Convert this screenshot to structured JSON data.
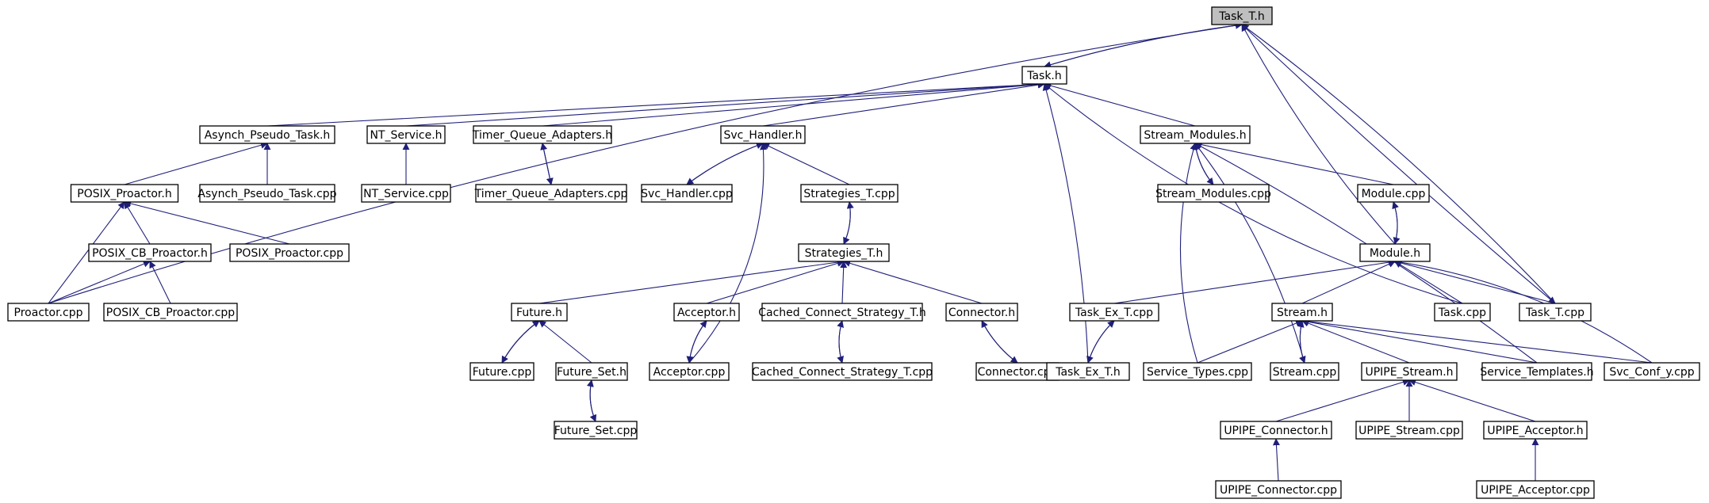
{
  "graph": {
    "nodes": [
      {
        "id": "task_t_h",
        "label": "Task_T.h",
        "root": true
      },
      {
        "id": "task_h",
        "label": "Task.h"
      },
      {
        "id": "asynch_h",
        "label": "Asynch_Pseudo_Task.h"
      },
      {
        "id": "nt_h",
        "label": "NT_Service.h"
      },
      {
        "id": "tqa_h",
        "label": "Timer_Queue_Adapters.h"
      },
      {
        "id": "svc_h",
        "label": "Svc_Handler.h"
      },
      {
        "id": "sm_h",
        "label": "Stream_Modules.h"
      },
      {
        "id": "posixp_h",
        "label": "POSIX_Proactor.h"
      },
      {
        "id": "asynch_cpp",
        "label": "Asynch_Pseudo_Task.cpp"
      },
      {
        "id": "nt_cpp",
        "label": "NT_Service.cpp"
      },
      {
        "id": "tqa_cpp",
        "label": "Timer_Queue_Adapters.cpp"
      },
      {
        "id": "svc_cpp",
        "label": "Svc_Handler.cpp"
      },
      {
        "id": "strat_cpp",
        "label": "Strategies_T.cpp"
      },
      {
        "id": "sm_cpp",
        "label": "Stream_Modules.cpp"
      },
      {
        "id": "module_cpp",
        "label": "Module.cpp"
      },
      {
        "id": "posixcb_h",
        "label": "POSIX_CB_Proactor.h"
      },
      {
        "id": "posixp_cpp",
        "label": "POSIX_Proactor.cpp"
      },
      {
        "id": "strat_h",
        "label": "Strategies_T.h"
      },
      {
        "id": "module_h",
        "label": "Module.h"
      },
      {
        "id": "proactor_cpp",
        "label": "Proactor.cpp"
      },
      {
        "id": "posixcb_cpp",
        "label": "POSIX_CB_Proactor.cpp"
      },
      {
        "id": "future_h",
        "label": "Future.h"
      },
      {
        "id": "acceptor_h",
        "label": "Acceptor.h"
      },
      {
        "id": "ccs_h",
        "label": "Cached_Connect_Strategy_T.h"
      },
      {
        "id": "connector_h",
        "label": "Connector.h"
      },
      {
        "id": "taskex_h",
        "label": "Task_Ex_T.cpp"
      },
      {
        "id": "stream_h",
        "label": "Stream.h"
      },
      {
        "id": "task_cpp",
        "label": "Task.cpp"
      },
      {
        "id": "task_t_cpp",
        "label": "Task_T.cpp"
      },
      {
        "id": "future_cpp",
        "label": "Future.cpp"
      },
      {
        "id": "futureset_h",
        "label": "Future_Set.h"
      },
      {
        "id": "acceptor_cpp",
        "label": "Acceptor.cpp"
      },
      {
        "id": "ccs_cpp",
        "label": "Cached_Connect_Strategy_T.cpp"
      },
      {
        "id": "connector_cpp",
        "label": "Connector.cpp"
      },
      {
        "id": "taskex_t_h",
        "label": "Task_Ex_T.h"
      },
      {
        "id": "st_cpp",
        "label": "Service_Types.cpp"
      },
      {
        "id": "stream_cpp",
        "label": "Stream.cpp"
      },
      {
        "id": "upipe_stream_h",
        "label": "UPIPE_Stream.h"
      },
      {
        "id": "stempl_h",
        "label": "Service_Templates.h"
      },
      {
        "id": "svcconf_cpp",
        "label": "Svc_Conf_y.cpp"
      },
      {
        "id": "futureset_cpp",
        "label": "Future_Set.cpp"
      },
      {
        "id": "upipe_conn_h",
        "label": "UPIPE_Connector.h"
      },
      {
        "id": "upipe_stream_cpp",
        "label": "UPIPE_Stream.cpp"
      },
      {
        "id": "upipe_acc_h",
        "label": "UPIPE_Acceptor.h"
      },
      {
        "id": "upipe_conn_cpp",
        "label": "UPIPE_Connector.cpp"
      },
      {
        "id": "upipe_acc_cpp",
        "label": "UPIPE_Acceptor.cpp"
      }
    ],
    "edges": [
      [
        "task_h",
        "task_t_h"
      ],
      [
        "task_t_h",
        "task_h"
      ],
      [
        "proactor_cpp",
        "task_t_h"
      ],
      [
        "module_h",
        "task_t_h"
      ],
      [
        "task_t_cpp",
        "task_t_h"
      ],
      [
        "task_t_h",
        "task_t_cpp"
      ],
      [
        "asynch_h",
        "task_h"
      ],
      [
        "nt_h",
        "task_h"
      ],
      [
        "tqa_h",
        "task_h"
      ],
      [
        "svc_h",
        "task_h"
      ],
      [
        "sm_h",
        "task_h"
      ],
      [
        "taskex_t_h",
        "task_h"
      ],
      [
        "task_cpp",
        "task_h"
      ],
      [
        "posixp_h",
        "asynch_h"
      ],
      [
        "asynch_cpp",
        "asynch_h"
      ],
      [
        "nt_cpp",
        "nt_h"
      ],
      [
        "tqa_cpp",
        "tqa_h"
      ],
      [
        "tqa_h",
        "tqa_cpp"
      ],
      [
        "svc_cpp",
        "svc_h"
      ],
      [
        "svc_h",
        "svc_cpp"
      ],
      [
        "strat_cpp",
        "svc_h"
      ],
      [
        "acceptor_cpp",
        "svc_h"
      ],
      [
        "strat_h",
        "strat_cpp"
      ],
      [
        "strat_cpp",
        "strat_h"
      ],
      [
        "posixcb_h",
        "posixp_h"
      ],
      [
        "posixp_cpp",
        "posixp_h"
      ],
      [
        "proactor_cpp",
        "posixp_h"
      ],
      [
        "proactor_cpp",
        "posixcb_h"
      ],
      [
        "posixcb_cpp",
        "posixcb_h"
      ],
      [
        "future_h",
        "strat_h"
      ],
      [
        "acceptor_h",
        "strat_h"
      ],
      [
        "ccs_h",
        "strat_h"
      ],
      [
        "connector_h",
        "strat_h"
      ],
      [
        "future_cpp",
        "future_h"
      ],
      [
        "future_h",
        "future_cpp"
      ],
      [
        "futureset_h",
        "future_h"
      ],
      [
        "futureset_cpp",
        "futureset_h"
      ],
      [
        "futureset_h",
        "futureset_cpp"
      ],
      [
        "acceptor_cpp",
        "acceptor_h"
      ],
      [
        "acceptor_h",
        "acceptor_cpp"
      ],
      [
        "ccs_cpp",
        "ccs_h"
      ],
      [
        "ccs_h",
        "ccs_cpp"
      ],
      [
        "connector_cpp",
        "connector_h"
      ],
      [
        "connector_h",
        "connector_cpp"
      ],
      [
        "sm_cpp",
        "sm_h"
      ],
      [
        "sm_h",
        "sm_cpp"
      ],
      [
        "module_cpp",
        "sm_h"
      ],
      [
        "st_cpp",
        "sm_h"
      ],
      [
        "stream_cpp",
        "sm_h"
      ],
      [
        "stempl_h",
        "sm_h"
      ],
      [
        "module_h",
        "module_cpp"
      ],
      [
        "module_cpp",
        "module_h"
      ],
      [
        "taskex_h",
        "module_h"
      ],
      [
        "stream_h",
        "module_h"
      ],
      [
        "task_cpp",
        "module_h"
      ],
      [
        "task_t_cpp",
        "module_h"
      ],
      [
        "svcconf_cpp",
        "module_h"
      ],
      [
        "taskex_t_h",
        "taskex_h"
      ],
      [
        "taskex_h",
        "taskex_t_h"
      ],
      [
        "st_cpp",
        "stream_h"
      ],
      [
        "stream_cpp",
        "stream_h"
      ],
      [
        "stream_h",
        "stream_cpp"
      ],
      [
        "upipe_stream_h",
        "stream_h"
      ],
      [
        "stempl_h",
        "stream_h"
      ],
      [
        "svcconf_cpp",
        "stream_h"
      ],
      [
        "upipe_conn_h",
        "upipe_stream_h"
      ],
      [
        "upipe_stream_cpp",
        "upipe_stream_h"
      ],
      [
        "upipe_acc_h",
        "upipe_stream_h"
      ],
      [
        "upipe_conn_cpp",
        "upipe_conn_h"
      ],
      [
        "upipe_acc_cpp",
        "upipe_acc_h"
      ]
    ]
  }
}
